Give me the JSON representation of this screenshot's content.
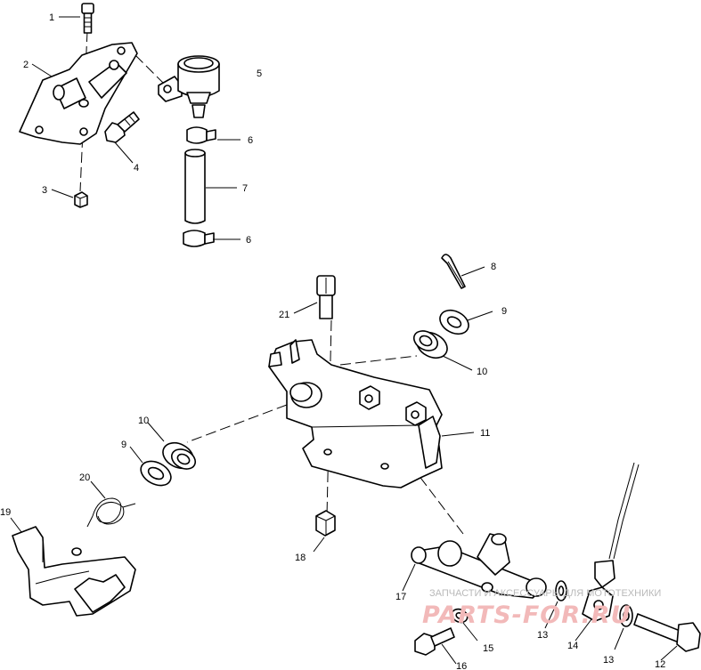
{
  "callouts": {
    "c1": "1",
    "c2": "2",
    "c3": "3",
    "c4": "4",
    "c5": "5",
    "c6a": "6",
    "c6b": "6",
    "c7": "7",
    "c8": "8",
    "c9a": "9",
    "c9b": "9",
    "c10a": "10",
    "c10b": "10",
    "c11": "11",
    "c12": "12",
    "c13a": "13",
    "c13b": "13",
    "c14": "14",
    "c15": "15",
    "c16": "16",
    "c17": "17",
    "c18": "18",
    "c19": "19",
    "c20": "20",
    "c21": "21"
  },
  "watermark": {
    "text": "ЗАПЧАСТИ И АКСЕССУАРЫ ДЛЯ МОТОТЕХНИКИ",
    "logo": "PARTS-FOR.RU"
  }
}
